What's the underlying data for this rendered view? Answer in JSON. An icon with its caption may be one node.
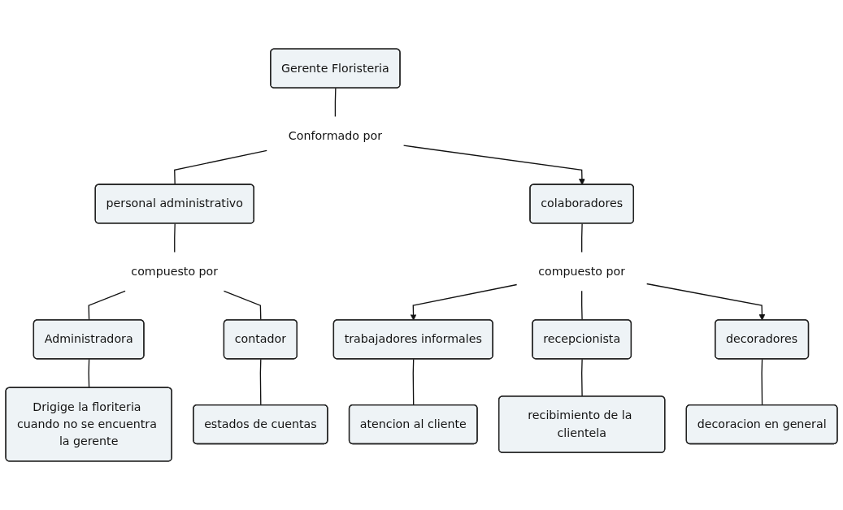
{
  "diagram": {
    "nodes": [
      {
        "text": [
          "Gerente Floristeria"
        ]
      },
      {
        "text": [
          "Conformado por"
        ]
      },
      {
        "text": [
          "personal administrativo"
        ]
      },
      {
        "text": [
          "colaboradores"
        ]
      },
      {
        "text": [
          "compuesto por"
        ]
      },
      {
        "text": [
          "compuesto por"
        ]
      },
      {
        "text": [
          "Administradora"
        ]
      },
      {
        "text": [
          "contador"
        ]
      },
      {
        "text": [
          "trabajadores informales"
        ]
      },
      {
        "text": [
          "recepcionista"
        ]
      },
      {
        "text": [
          "decoradores"
        ]
      },
      {
        "text": [
          "Drigige la floriteria cuando no se encuentra la gerente"
        ]
      },
      {
        "text": [
          "estados de cuentas"
        ]
      },
      {
        "text": [
          "atencion al cliente"
        ]
      },
      {
        "text": [
          "recibimiento de la clientela"
        ]
      },
      {
        "text": [
          "decoracion en general"
        ]
      }
    ],
    "edges": [
      {
        "from": 0,
        "to": 1,
        "arrow": "none"
      },
      {
        "from": 1,
        "to": 2,
        "arrow": "none"
      },
      {
        "from": 1,
        "to": 3,
        "arrow": "to"
      },
      {
        "from": 2,
        "to": 4,
        "arrow": "none"
      },
      {
        "from": 4,
        "to": 6,
        "arrow": "none"
      },
      {
        "from": 4,
        "to": 7,
        "arrow": "none"
      },
      {
        "from": 3,
        "to": 5,
        "arrow": "none"
      },
      {
        "from": 5,
        "to": 8,
        "arrow": "to"
      },
      {
        "from": 5,
        "to": 9,
        "arrow": "none"
      },
      {
        "from": 5,
        "to": 10,
        "arrow": "to"
      },
      {
        "from": 6,
        "to": 11,
        "arrow": "none"
      },
      {
        "from": 7,
        "to": 12,
        "arrow": "none"
      },
      {
        "from": 8,
        "to": 13,
        "arrow": "none"
      },
      {
        "from": 9,
        "to": 14,
        "arrow": "none"
      },
      {
        "from": 10,
        "to": 15,
        "arrow": "none"
      }
    ]
  }
}
